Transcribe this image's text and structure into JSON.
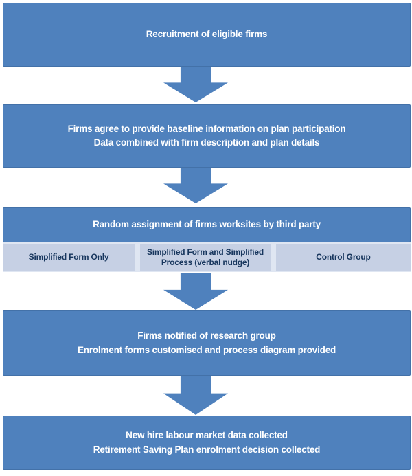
{
  "colors": {
    "box_blue": "#4F81BD",
    "arrow_blue": "#4F81BD",
    "cell_light_blue": "#C6D0E4",
    "cell_separator": "#DFE6F2",
    "cell_text_navy": "#17365D",
    "box_text": "#FFFFFF"
  },
  "flowchart": {
    "steps": [
      {
        "id": "recruitment",
        "lines": [
          "Recruitment of eligible firms"
        ]
      },
      {
        "id": "baseline-information",
        "lines": [
          "Firms agree to provide baseline information on plan participation",
          "Data combined with firm description and plan details"
        ]
      },
      {
        "id": "random-assignment",
        "lines": [
          "Random assignment of firms worksites by third party"
        ],
        "groups": [
          "Simplified Form Only",
          "Simplified Form and Simplified Process (verbal nudge)",
          "Control Group"
        ]
      },
      {
        "id": "firms-notified",
        "lines": [
          "Firms notified of research group",
          "Enrolment forms customised and process diagram provided"
        ]
      },
      {
        "id": "data-collected",
        "lines": [
          "New hire labour market data collected",
          "Retirement Saving Plan enrolment decision collected"
        ]
      }
    ]
  }
}
